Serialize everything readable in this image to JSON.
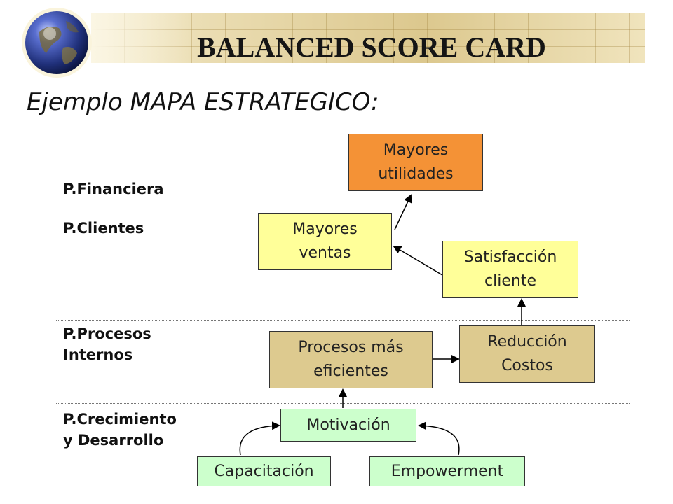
{
  "header": {
    "title": "BALANCED SCORE CARD",
    "subtitle": "Ejemplo MAPA ESTRATEGICO:"
  },
  "perspectives": [
    {
      "label": "P.Financiera"
    },
    {
      "label": "P.Clientes"
    },
    {
      "label": "P.Procesos\nInternos"
    },
    {
      "label": "P.Crecimiento\ny Desarrollo"
    }
  ],
  "nodes": {
    "mayores_utilidades": {
      "label": "Mayores\nutilidades",
      "color": "#f49236"
    },
    "mayores_ventas": {
      "label": "Mayores\nventas",
      "color": "#ffff99"
    },
    "satisfaccion_cliente": {
      "label": "Satisfacción\ncliente",
      "color": "#ffff99"
    },
    "procesos_eficientes": {
      "label": "Procesos más\neficientes",
      "color": "#ddca8f"
    },
    "reduccion_costos": {
      "label": "Reducción\nCostos",
      "color": "#ddca8f"
    },
    "motivacion": {
      "label": "Motivación",
      "color": "#ccffcc"
    },
    "capacitacion": {
      "label": "Capacitación",
      "color": "#ccffcc"
    },
    "empowerment": {
      "label": "Empowerment",
      "color": "#ccffcc"
    }
  },
  "connections": [
    {
      "from": "Mayores ventas",
      "to": "Mayores utilidades"
    },
    {
      "from": "Satisfacción cliente",
      "to": "Mayores ventas"
    },
    {
      "from": "Reducción Costos",
      "to": "Satisfacción cliente"
    },
    {
      "from": "Procesos más eficientes",
      "to": "Reducción Costos"
    },
    {
      "from": "Motivación",
      "to": "Procesos más eficientes"
    },
    {
      "from": "Capacitación",
      "to": "Motivación"
    },
    {
      "from": "Empowerment",
      "to": "Motivación"
    }
  ],
  "icons": {
    "logo": "globe-icon"
  }
}
